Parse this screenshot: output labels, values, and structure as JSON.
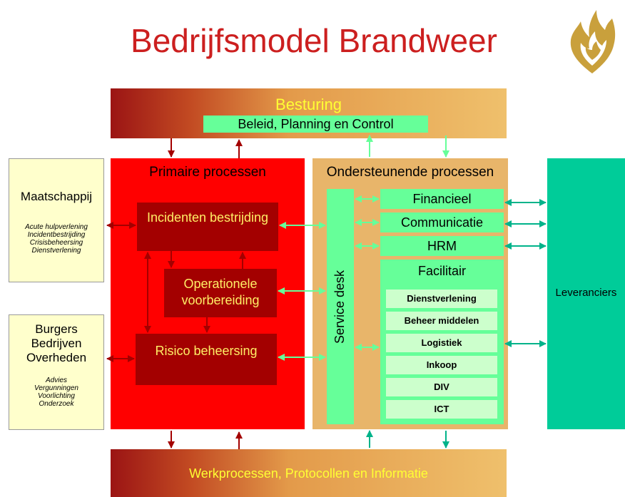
{
  "title": "Bedrijfsmodel Brandweer",
  "besturing": {
    "label": "Besturing",
    "sub": "Beleid, Planning en Control"
  },
  "werkprocessen": "Werkprocessen, Protocollen en Informatie",
  "primair": {
    "label": "Primaire processen",
    "items": [
      "Incidenten bestrijding",
      "Operationele voorbereiding",
      "Risico beheersing"
    ]
  },
  "ondersteunend": {
    "label": "Ondersteunende processen",
    "service_desk": "Service desk",
    "financieel": "Financieel",
    "communicatie": "Communicatie",
    "hrm": "HRM",
    "facilitair": "Facilitair",
    "facilitair_items": [
      "Dienstverlening",
      "Beheer middelen",
      "Logistiek",
      "Inkoop",
      "DIV",
      "ICT"
    ]
  },
  "maatschappij": {
    "label": "Maatschappij",
    "items": [
      "Acute hulpverlening",
      "Incidentbestrijding",
      "Crisisbeheersing",
      "Dienstverlening"
    ]
  },
  "burgers": {
    "lines": [
      "Burgers",
      "Bedrijven",
      "Overheden"
    ],
    "items": [
      "Advies",
      "Vergunningen",
      "Voorlichting",
      "Onderzoek"
    ]
  },
  "leveranciers": "Leveranciers",
  "colors": {
    "title": "#cc1f1f",
    "primary": "#ff0000",
    "dark_red": "#a30000",
    "support": "#e8b56a",
    "green": "#66ff99",
    "teal": "#00cc99",
    "light_yellow": "#ffffcc"
  }
}
